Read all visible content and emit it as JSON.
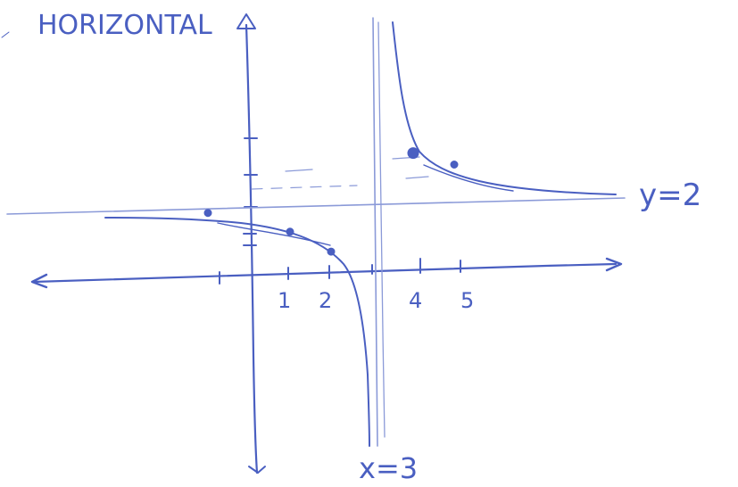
{
  "chart_data": {
    "type": "line",
    "title": "HORIZONTAL",
    "x_tick_labels": [
      "1",
      "2",
      "4",
      "5"
    ],
    "vertical_asymptote_label": "x=3",
    "horizontal_asymptote_label": "y=2",
    "vertical_asymptote": 3,
    "horizontal_asymptote": 2,
    "points": [
      {
        "x": -1,
        "y": 1.5
      },
      {
        "x": 1,
        "y": 1
      },
      {
        "x": 2,
        "y": 0.5
      },
      {
        "x": 4,
        "y": 2.8
      },
      {
        "x": 5,
        "y": 2.5
      }
    ],
    "grid": false,
    "ink_color": "#4a5fc1"
  }
}
